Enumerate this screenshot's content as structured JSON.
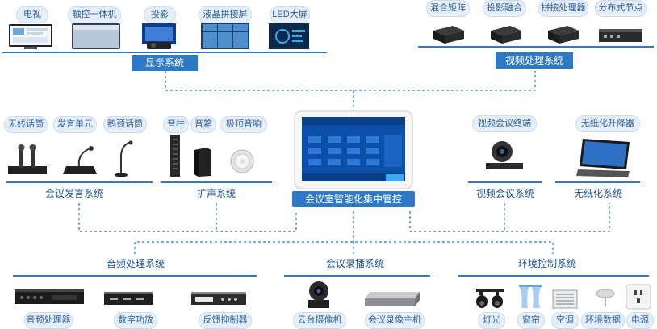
{
  "colors": {
    "primary": "#2d79c7",
    "pill_bg": "#e6eff9",
    "pill_text": "#2a5f9a"
  },
  "center": {
    "title": "会议室智能化集中管控"
  },
  "systems": {
    "display": {
      "title": "显示系统",
      "items": [
        "电视",
        "触控一体机",
        "投影",
        "液晶拼接屏",
        "LED大屏"
      ]
    },
    "video_processing": {
      "title": "视频处理系统",
      "items": [
        "混合矩阵",
        "投影融合",
        "拼接处理器",
        "分布式节点"
      ]
    },
    "conference_speech": {
      "title": "会议发言系统",
      "items": [
        "无线话筒",
        "发言单元",
        "鹅颈话筒"
      ]
    },
    "amplification": {
      "title": "扩声系统",
      "items": [
        "音柱",
        "音箱",
        "吸顶音响"
      ]
    },
    "video_conference": {
      "title": "视频会议系统",
      "items": [
        "视频会议终端"
      ]
    },
    "paperless": {
      "title": "无纸化系统",
      "items": [
        "无纸化升降器"
      ]
    },
    "audio_processing": {
      "title": "音频处理系统",
      "items": [
        "音频处理器",
        "数字功放",
        "反馈抑制器"
      ]
    },
    "recording": {
      "title": "会议录播系统",
      "items": [
        "云台摄像机",
        "会议录像主机"
      ]
    },
    "environment": {
      "title": "环境控制系统",
      "items": [
        "灯光",
        "窗帘",
        "空调",
        "环境数据",
        "电源"
      ]
    }
  }
}
